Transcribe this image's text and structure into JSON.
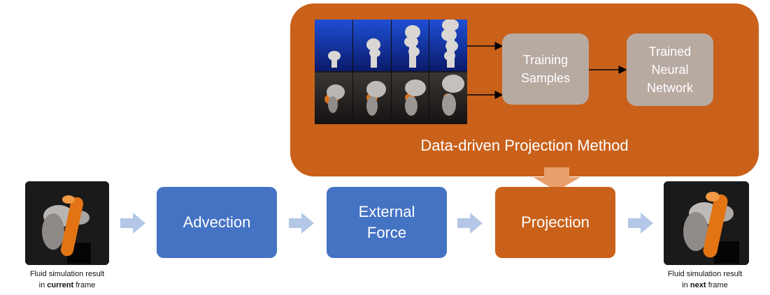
{
  "ddp": {
    "title": "Data-driven Projection Method",
    "training_samples": [
      "Training",
      "Samples"
    ],
    "trained_network": [
      "Trained",
      "Neural",
      "Network"
    ]
  },
  "pipeline": {
    "advection": "Advection",
    "external_force": [
      "External",
      "Force"
    ],
    "projection": "Projection"
  },
  "left_caption": {
    "line1": "Fluid simulation result",
    "pre": "in ",
    "bold": "current",
    "post": " frame"
  },
  "right_caption": {
    "line1": "Fluid simulation result",
    "pre": "in ",
    "bold": "next",
    "post": " frame"
  },
  "colors": {
    "orange": "#c9611a",
    "blue": "#4473c4",
    "grey_box": "#b7aaa1",
    "arrow": "#b4c7e7"
  }
}
